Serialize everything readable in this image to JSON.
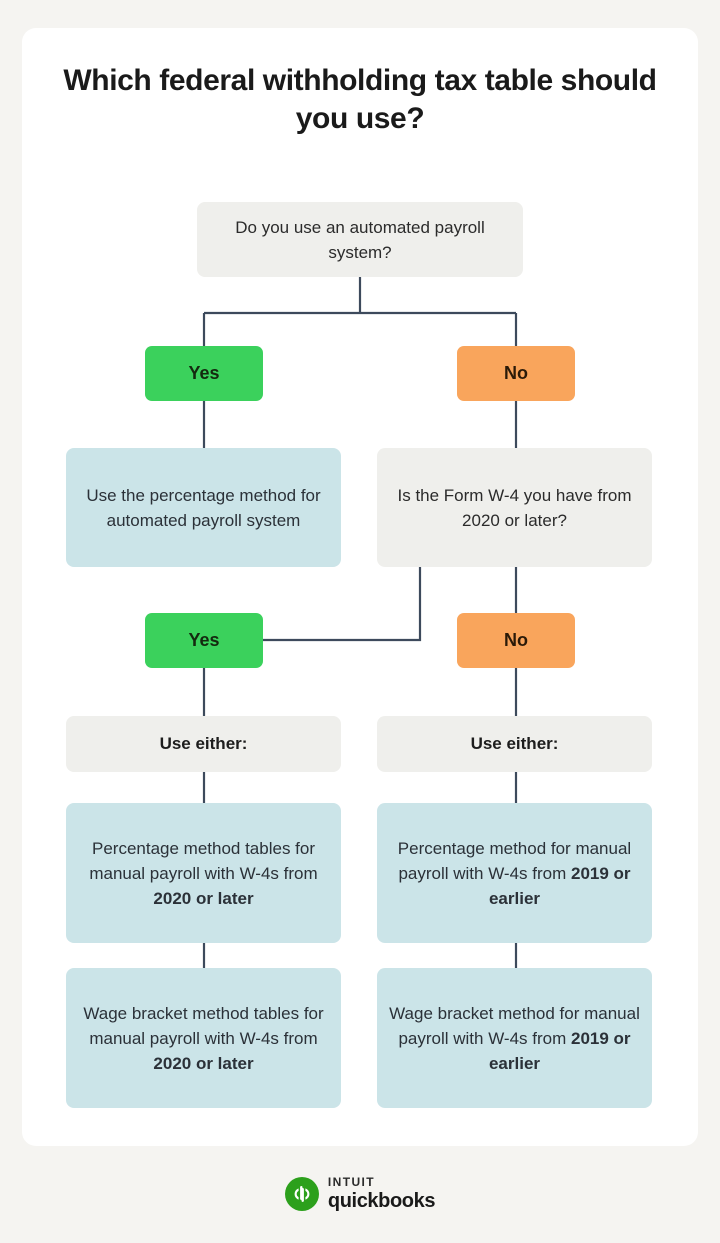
{
  "page": {
    "background_color": "#f5f4f1",
    "card_color": "#ffffff"
  },
  "title": "Which federal withholding tax table should you use?",
  "colors": {
    "yes_green": "#3bd15c",
    "no_orange": "#f9a55c",
    "result_blue": "#cbe4e8",
    "question_gray": "#efefec",
    "connector_line": "#3d4a5c",
    "logo_green": "#2ca01c"
  },
  "chart_data": {
    "type": "diagram",
    "subtype": "decision-flowchart",
    "title": "Which federal withholding tax table should you use?",
    "nodes": [
      {
        "id": "q1",
        "kind": "question",
        "text": "Do you use an automated payroll system?"
      },
      {
        "id": "yes1",
        "kind": "answer-yes",
        "text": "Yes"
      },
      {
        "id": "no1",
        "kind": "answer-no",
        "text": "No"
      },
      {
        "id": "res-left1",
        "kind": "result",
        "text": "Use the percentage method for automated payroll system"
      },
      {
        "id": "q2",
        "kind": "question",
        "text": "Is the Form W-4 you have from 2020 or later?"
      },
      {
        "id": "yes2",
        "kind": "answer-yes",
        "text": "Yes"
      },
      {
        "id": "no2",
        "kind": "answer-no",
        "text": "No"
      },
      {
        "id": "either-l",
        "kind": "label",
        "text": "Use either:"
      },
      {
        "id": "either-r",
        "kind": "label",
        "text": "Use either:"
      },
      {
        "id": "res-l1",
        "kind": "result",
        "text_plain": "Percentage method tables for manual payroll with W-4s from 2020 or later",
        "text_prefix": "Percentage method tables for manual payroll with W-4s from ",
        "text_bold": "2020 or later"
      },
      {
        "id": "res-r1",
        "kind": "result",
        "text_plain": "Percentage method for manual payroll with W-4s from 2019 or earlier",
        "text_prefix": "Percentage method for manual payroll with W-4s from ",
        "text_bold": "2019 or earlier"
      },
      {
        "id": "res-l2",
        "kind": "result",
        "text_plain": "Wage bracket method tables for manual payroll with W-4s from 2020 or later",
        "text_prefix": "Wage bracket method tables for manual payroll with W-4s from ",
        "text_bold": "2020 or later"
      },
      {
        "id": "res-r2",
        "kind": "result",
        "text_plain": "Wage bracket method for manual payroll with W-4s from 2019 or earlier",
        "text_prefix": "Wage bracket method for manual payroll with W-4s from ",
        "text_bold": "2019 or earlier"
      }
    ],
    "edges": [
      {
        "from": "q1",
        "to": "yes1"
      },
      {
        "from": "q1",
        "to": "no1"
      },
      {
        "from": "yes1",
        "to": "res-left1"
      },
      {
        "from": "no1",
        "to": "q2"
      },
      {
        "from": "q2",
        "to": "yes2"
      },
      {
        "from": "q2",
        "to": "no2"
      },
      {
        "from": "yes2",
        "to": "either-l"
      },
      {
        "from": "no2",
        "to": "either-r"
      },
      {
        "from": "either-l",
        "to": "res-l1"
      },
      {
        "from": "res-l1",
        "to": "res-l2"
      },
      {
        "from": "either-r",
        "to": "res-r1"
      },
      {
        "from": "res-r1",
        "to": "res-r2"
      }
    ]
  },
  "nodes": {
    "q1": "Do you use an automated payroll system?",
    "yes1": "Yes",
    "no1": "No",
    "res_left1": "Use the percentage method for automated payroll system",
    "q2": "Is the Form W-4 you have from 2020 or later?",
    "yes2": "Yes",
    "no2": "No",
    "either_left": "Use either:",
    "either_right": "Use either:",
    "res_l1_prefix": "Percentage method tables for manual payroll with W-4s from ",
    "res_l1_bold": "2020 or later",
    "res_r1_prefix": "Percentage method for manual payroll with W-4s from ",
    "res_r1_bold": "2019 or earlier",
    "res_l2_prefix": "Wage bracket method tables for manual payroll with W-4s from ",
    "res_l2_bold": "2020 or later",
    "res_r2_prefix": "Wage bracket method for manual payroll with W-4s from ",
    "res_r2_bold": "2019 or earlier"
  },
  "footer": {
    "brand_top": "INTUIT",
    "brand_bottom": "quickbooks",
    "logo_monogram": "qb"
  }
}
